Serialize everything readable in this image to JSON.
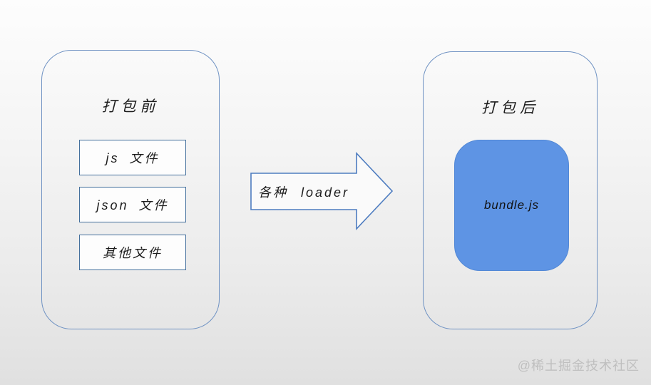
{
  "diagram": {
    "before": {
      "title": "打包前",
      "files": [
        {
          "label": "js 文件"
        },
        {
          "label": "json 文件"
        },
        {
          "label": "其他文件"
        }
      ]
    },
    "transform": {
      "arrow_label": "各种 loader",
      "arrow_direction": "right"
    },
    "after": {
      "title": "打包后",
      "bundle_label": "bundle.js"
    }
  },
  "colors": {
    "container_border": "#6f92c3",
    "file_box_border": "#44709d",
    "arrow_border": "#4d7cc0",
    "bundle_fill": "#5e94e4",
    "text": "#1c1c1c",
    "watermark": "#bfbfbf"
  },
  "watermark": {
    "text": "@稀土掘金技术社区"
  }
}
